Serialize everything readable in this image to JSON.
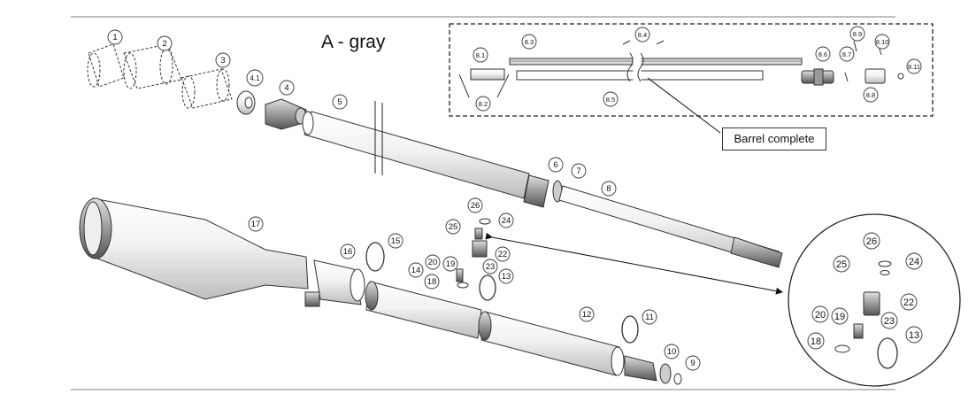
{
  "diagram": {
    "title": "A - gray",
    "barrel_label": "Barrel complete",
    "part_numbers": [
      "1",
      "2",
      "3",
      "4.1",
      "4",
      "5",
      "6",
      "7",
      "8",
      "9",
      "10",
      "11",
      "12",
      "13",
      "14",
      "15",
      "16",
      "17",
      "18",
      "19",
      "20",
      "22",
      "23",
      "24",
      "25",
      "26"
    ],
    "barrel_parts": [
      "8.1",
      "8.2",
      "8.3",
      "8.4",
      "8.5",
      "8.6",
      "8.7",
      "8.8",
      "8.9",
      "8.10",
      "8.11"
    ],
    "detail_parts": [
      "26",
      "25",
      "24",
      "22",
      "20",
      "19",
      "23",
      "18",
      "13"
    ]
  }
}
